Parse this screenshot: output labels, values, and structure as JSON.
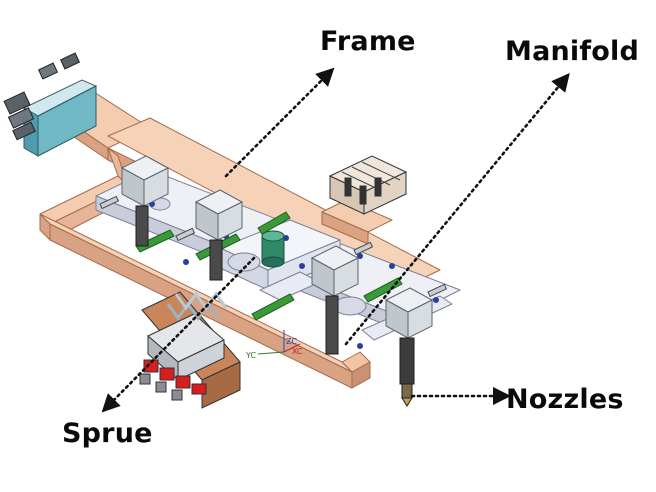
{
  "callouts": {
    "frame": "Frame",
    "manifold": "Manifold",
    "nozzles": "Nozzles",
    "sprue": "Sprue"
  },
  "axis_labels": {
    "y": "YC",
    "x": "XC",
    "z": "ZC"
  },
  "colors": {
    "frame": "#f2c4a4",
    "frame_edge": "#a66b4c",
    "manifold": "#eef0f6",
    "manifold_edge": "#7c8296",
    "actuator": "#d8dde2",
    "actuator_edge": "#5c646c",
    "clamp": "#3a9a3a",
    "nozzle": "#4a4a4a",
    "sprue_valve": "#d81e1e",
    "teal_plate": "#6fb8c4",
    "center_cylinder": "#2f8a6a",
    "leader": "#111111"
  }
}
